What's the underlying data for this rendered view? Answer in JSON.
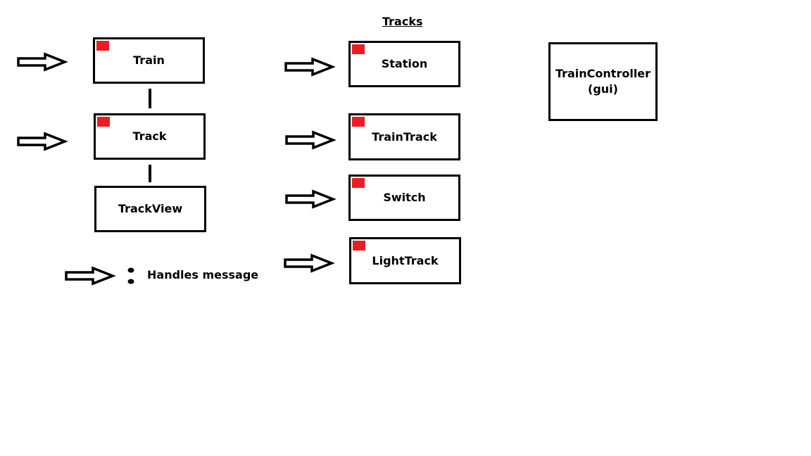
{
  "heading": "Tracks",
  "colors": {
    "marker": "#ed1c24",
    "stroke": "#000000",
    "background": "#ffffff"
  },
  "boxes": {
    "train": {
      "label": "Train",
      "has_marker": true
    },
    "track": {
      "label": "Track",
      "has_marker": true
    },
    "trackview": {
      "label": "TrackView",
      "has_marker": false
    },
    "station": {
      "label": "Station",
      "has_marker": true
    },
    "traintrack": {
      "label": "TrainTrack",
      "has_marker": true
    },
    "switch": {
      "label": "Switch",
      "has_marker": true
    },
    "lighttrack": {
      "label": "LightTrack",
      "has_marker": true
    },
    "traincontroller": {
      "label": "TrainController\n(gui)",
      "has_marker": false
    }
  },
  "legend": {
    "arrow_icon": "hollow-right-arrow",
    "separator": ":",
    "text": "Handles message"
  }
}
